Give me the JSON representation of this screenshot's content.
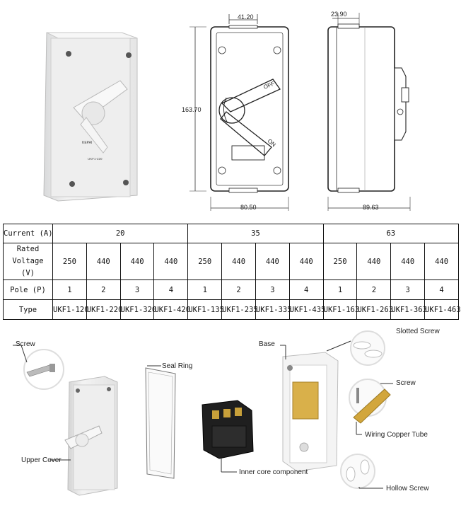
{
  "dimensions": {
    "top_width": "41.20",
    "side_top": "23.90",
    "height": "163.70",
    "front_width": "80.50",
    "side_width": "89.63"
  },
  "switch_labels": {
    "off": "OFF",
    "on": "ON"
  },
  "product_photo_labels": {
    "brand": "KEPAI",
    "model": "UKF1-220"
  },
  "table": {
    "row_labels": [
      "Current (A)",
      "Rated Voltage (V)",
      "Pole (P)",
      "Type"
    ],
    "currents": [
      "20",
      "35",
      "63"
    ],
    "voltages": [
      "250",
      "440",
      "440",
      "440",
      "250",
      "440",
      "440",
      "440",
      "250",
      "440",
      "440",
      "440"
    ],
    "poles": [
      "1",
      "2",
      "3",
      "4",
      "1",
      "2",
      "3",
      "4",
      "1",
      "2",
      "3",
      "4"
    ],
    "types": [
      "UKF1-120",
      "UKF1-220",
      "UKF1-320",
      "UKF1-420",
      "UKF1-135",
      "UKF1-235",
      "UKF1-335",
      "UKF1-435",
      "UKF1-163",
      "UKF1-263",
      "UKF1-363",
      "UKF1-463"
    ]
  },
  "callouts": {
    "screw_left": "Screw",
    "upper_cover": "Upper Cover",
    "seal_ring": "Seal Ring",
    "inner_core": "Inner core component",
    "base": "Base",
    "slotted_screw": "Slotted Screw",
    "screw_right": "Screw",
    "wiring_copper_tube": "Wiring Copper Tube",
    "hollow_screw": "Hollow Screw"
  }
}
